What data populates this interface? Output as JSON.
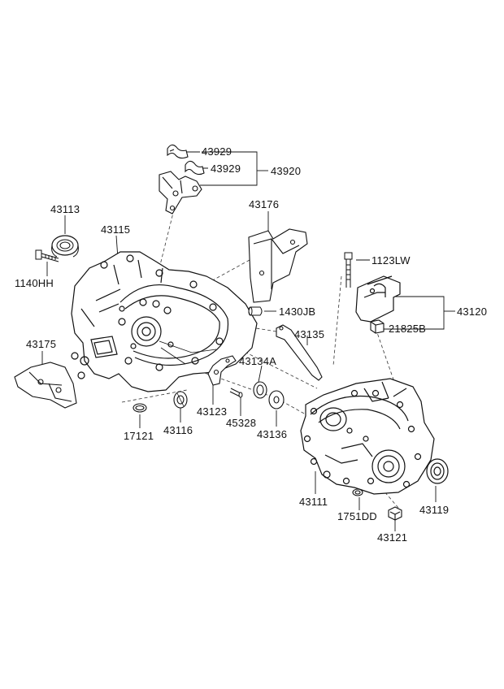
{
  "labels": {
    "p43929a": "43929",
    "p43929b": "43929",
    "p43920": "43920",
    "p43113": "43113",
    "p43115": "43115",
    "p43176": "43176",
    "p1140HH": "1140HH",
    "p1123LW": "1123LW",
    "p1430JB": "1430JB",
    "p43120": "43120",
    "p21825B": "21825B",
    "p43135": "43135",
    "p43175": "43175",
    "p43134A": "43134A",
    "p43123": "43123",
    "p45328": "45328",
    "p17121": "17121",
    "p43116": "43116",
    "p43136": "43136",
    "p43111": "43111",
    "p43119": "43119",
    "p1751DD": "1751DD",
    "p43121": "43121"
  }
}
